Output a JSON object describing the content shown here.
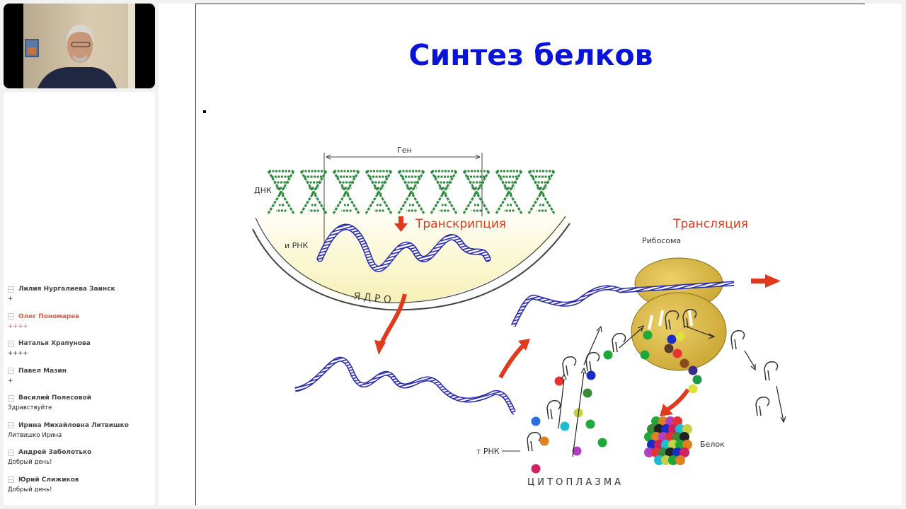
{
  "webcam": {
    "icon": "person-video"
  },
  "chat": {
    "messages": [
      {
        "author": "Лилия Нургалиева Заинск",
        "text": "+",
        "highlight": false
      },
      {
        "author": "Олег Пономарев",
        "text": "++++",
        "highlight": true
      },
      {
        "author": "Наталья Храпунова",
        "text": "++++",
        "highlight": false
      },
      {
        "author": "Павел Мазин",
        "text": "+",
        "highlight": false
      },
      {
        "author": "Василий Полесовой",
        "text": "Здравствуйте",
        "highlight": false
      },
      {
        "author": "Ирина Михайловна Литвишко",
        "text": "Литвишко Ирина",
        "highlight": false
      },
      {
        "author": "Андрей Заболотько",
        "text": "Добрый день!",
        "highlight": false
      },
      {
        "author": "Юрий Слижиков",
        "text": "Добрый день!",
        "highlight": false
      }
    ]
  },
  "slide": {
    "title": "Синтез белков",
    "diagram": {
      "gene": "Ген",
      "dna": "ДНК",
      "transcription": "Транскрипция",
      "mrna": "и РНК",
      "nucleus": "Я Д Р О",
      "translation": "Трансляция",
      "ribosome": "Рибосома",
      "trna": "т РНК",
      "protein": "Белок",
      "cytoplasm": "Ц И Т О П Л А З М А"
    }
  },
  "colors": {
    "title": "#0a14d8",
    "arrow": "#e03a1e",
    "helix": "#2a2ab0",
    "dna": "#2e8b3e",
    "ribosome": "#d9b43a",
    "highlight_author": "#e25a43"
  }
}
